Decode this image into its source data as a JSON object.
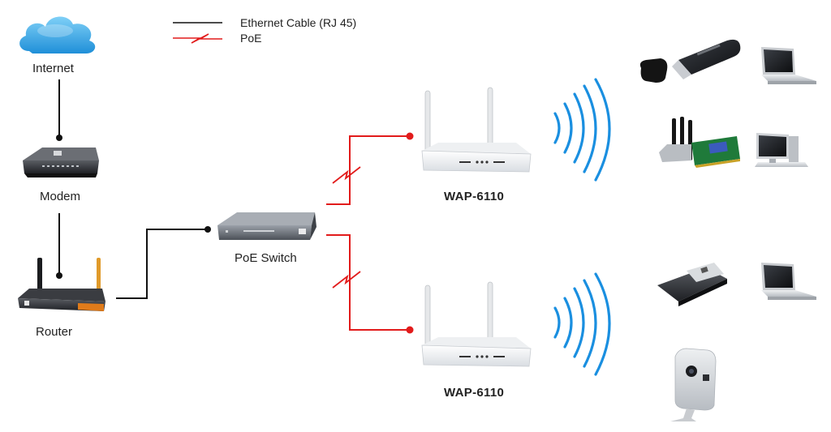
{
  "legend": {
    "ethernet_label": "Ethernet Cable (RJ 45)",
    "poe_label": "PoE"
  },
  "nodes": {
    "internet_label": "Internet",
    "modem_label": "Modem",
    "router_label": "Router",
    "switch_label": "PoE Switch",
    "ap_top_label": "WAP-6110",
    "ap_bottom_label": "WAP-6110"
  },
  "colors": {
    "ethernet": "#111111",
    "poe": "#e21b1b",
    "wireless": "#1a8fe0",
    "cloud": "#3aa7e6"
  },
  "icons": {
    "cloud": "cloud-icon",
    "modem": "modem-icon",
    "router": "router-icon",
    "switch": "poe-switch-icon",
    "access_point": "access-point-icon",
    "wifi": "wifi-waves-icon",
    "usb_adapter": "usb-adapter-icon",
    "laptop": "laptop-icon",
    "pci_card": "pci-wifi-card-icon",
    "desktop": "desktop-computer-icon",
    "pcmcia_card": "pcmcia-card-icon",
    "ip_camera": "ip-camera-icon"
  }
}
